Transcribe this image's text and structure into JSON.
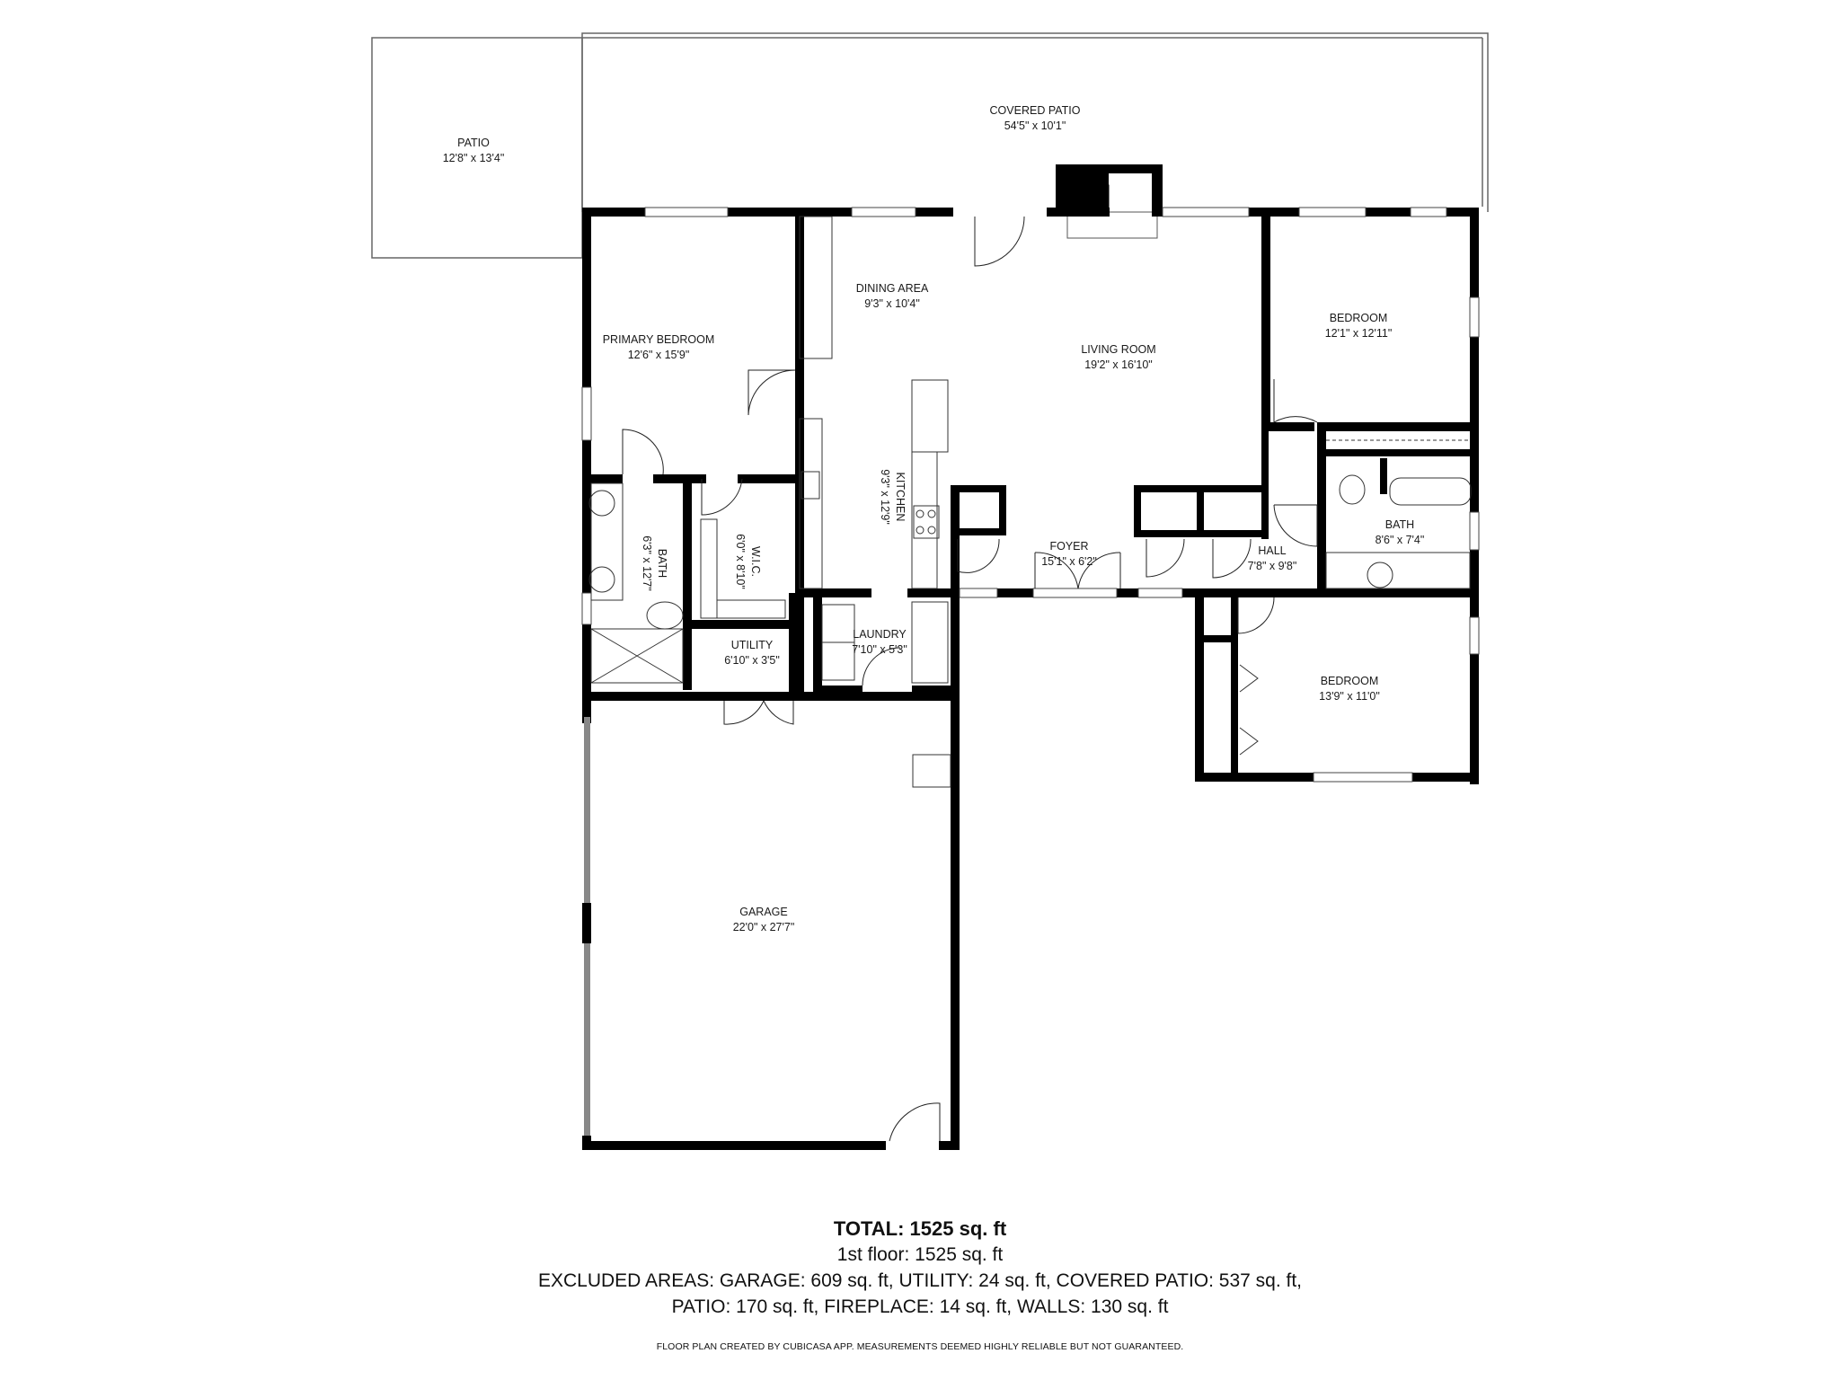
{
  "rooms": {
    "patio": {
      "name": "PATIO",
      "dims": "12'8\" x 13'4\""
    },
    "covered_patio": {
      "name": "COVERED PATIO",
      "dims": "54'5\" x 10'1\""
    },
    "dining_area": {
      "name": "DINING AREA",
      "dims": "9'3\" x 10'4\""
    },
    "primary_bedroom": {
      "name": "PRIMARY BEDROOM",
      "dims": "12'6\" x 15'9\""
    },
    "living_room": {
      "name": "LIVING ROOM",
      "dims": "19'2\" x 16'10\""
    },
    "bedroom_1": {
      "name": "BEDROOM",
      "dims": "12'1\" x 12'11\""
    },
    "kitchen": {
      "name": "KITCHEN",
      "dims": "9'3\" x 12'9\""
    },
    "primary_bath": {
      "name": "BATH",
      "dims": "6'3\" x 12'7\""
    },
    "wic": {
      "name": "W.I.C.",
      "dims": "6'0\" x 8'10\""
    },
    "foyer": {
      "name": "FOYER",
      "dims": "15'1\" x 6'2\""
    },
    "hall": {
      "name": "HALL",
      "dims": "7'8\" x 9'8\""
    },
    "bath_2": {
      "name": "BATH",
      "dims": "8'6\" x 7'4\""
    },
    "utility": {
      "name": "UTILITY",
      "dims": "6'10\" x 3'5\""
    },
    "laundry": {
      "name": "LAUNDRY",
      "dims": "7'10\" x 5'3\""
    },
    "bedroom_2": {
      "name": "BEDROOM",
      "dims": "13'9\" x 11'0\""
    },
    "garage": {
      "name": "GARAGE",
      "dims": "22'0\" x 27'7\""
    }
  },
  "summary": {
    "total": "TOTAL: 1525 sq. ft",
    "floor": "1st floor: 1525 sq. ft",
    "excluded_line1": "EXCLUDED AREAS: GARAGE: 609 sq. ft, UTILITY: 24 sq. ft, COVERED PATIO: 537 sq. ft,",
    "excluded_line2": "PATIO: 170 sq. ft, FIREPLACE: 14 sq. ft, WALLS: 130 sq. ft",
    "disclaimer": "FLOOR PLAN CREATED BY CUBICASA APP. MEASUREMENTS DEEMED HIGHLY RELIABLE BUT NOT GUARANTEED."
  },
  "colors": {
    "wall": "#000000",
    "outline": "#555555",
    "background": "#ffffff"
  }
}
